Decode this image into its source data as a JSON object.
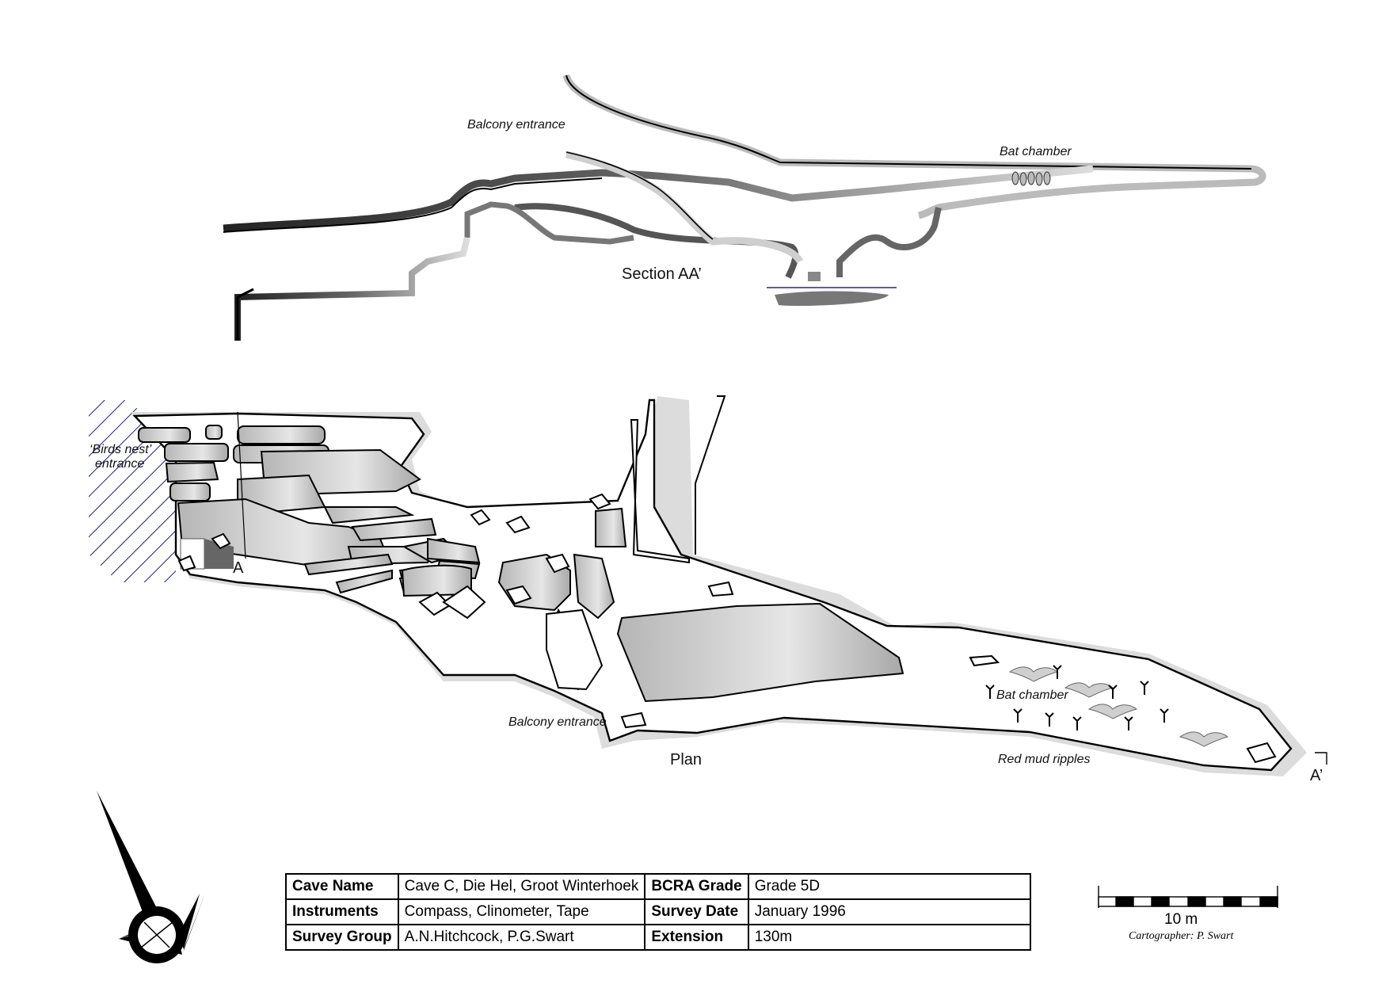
{
  "labels": {
    "balcony_entrance_section": "Balcony entrance",
    "bat_chamber_section": "Bat chamber",
    "section_title": "Section AA’",
    "birds_nest_entrance_1": "‘Birds nest’",
    "birds_nest_entrance_2": "entrance",
    "marker_a": "A",
    "marker_a_prime": "A’",
    "balcony_entrance_plan": "Balcony entrance",
    "plan_title": "Plan",
    "bat_chamber_plan": "Bat chamber",
    "red_mud_ripples": "Red mud ripples"
  },
  "info_table": {
    "cave_name_label": "Cave Name",
    "cave_name": "Cave C, Die Hel, Groot Winterhoek",
    "bcra_grade_label": "BCRA Grade",
    "bcra_grade": "Grade 5D",
    "instruments_label": "Instruments",
    "instruments": "Compass, Clinometer, Tape",
    "survey_date_label": "Survey Date",
    "survey_date": "January 1996",
    "survey_group_label": "Survey Group",
    "survey_group": "A.N.Hitchcock, P.G.Swart",
    "extension_label": "Extension",
    "extension": "130m"
  },
  "scale_bar": {
    "label": "10 m",
    "segments": 10
  },
  "cartographer": "Cartographer: P. Swart",
  "icons": [
    "north-arrow-icon",
    "bat-icon",
    "boulder-icon",
    "stalagmite-icon"
  ],
  "colors": {
    "passage_fill": "#cfcfcf",
    "outline": "#000000",
    "water_line": "#2222aa",
    "hatch": "#1b1f7a"
  }
}
